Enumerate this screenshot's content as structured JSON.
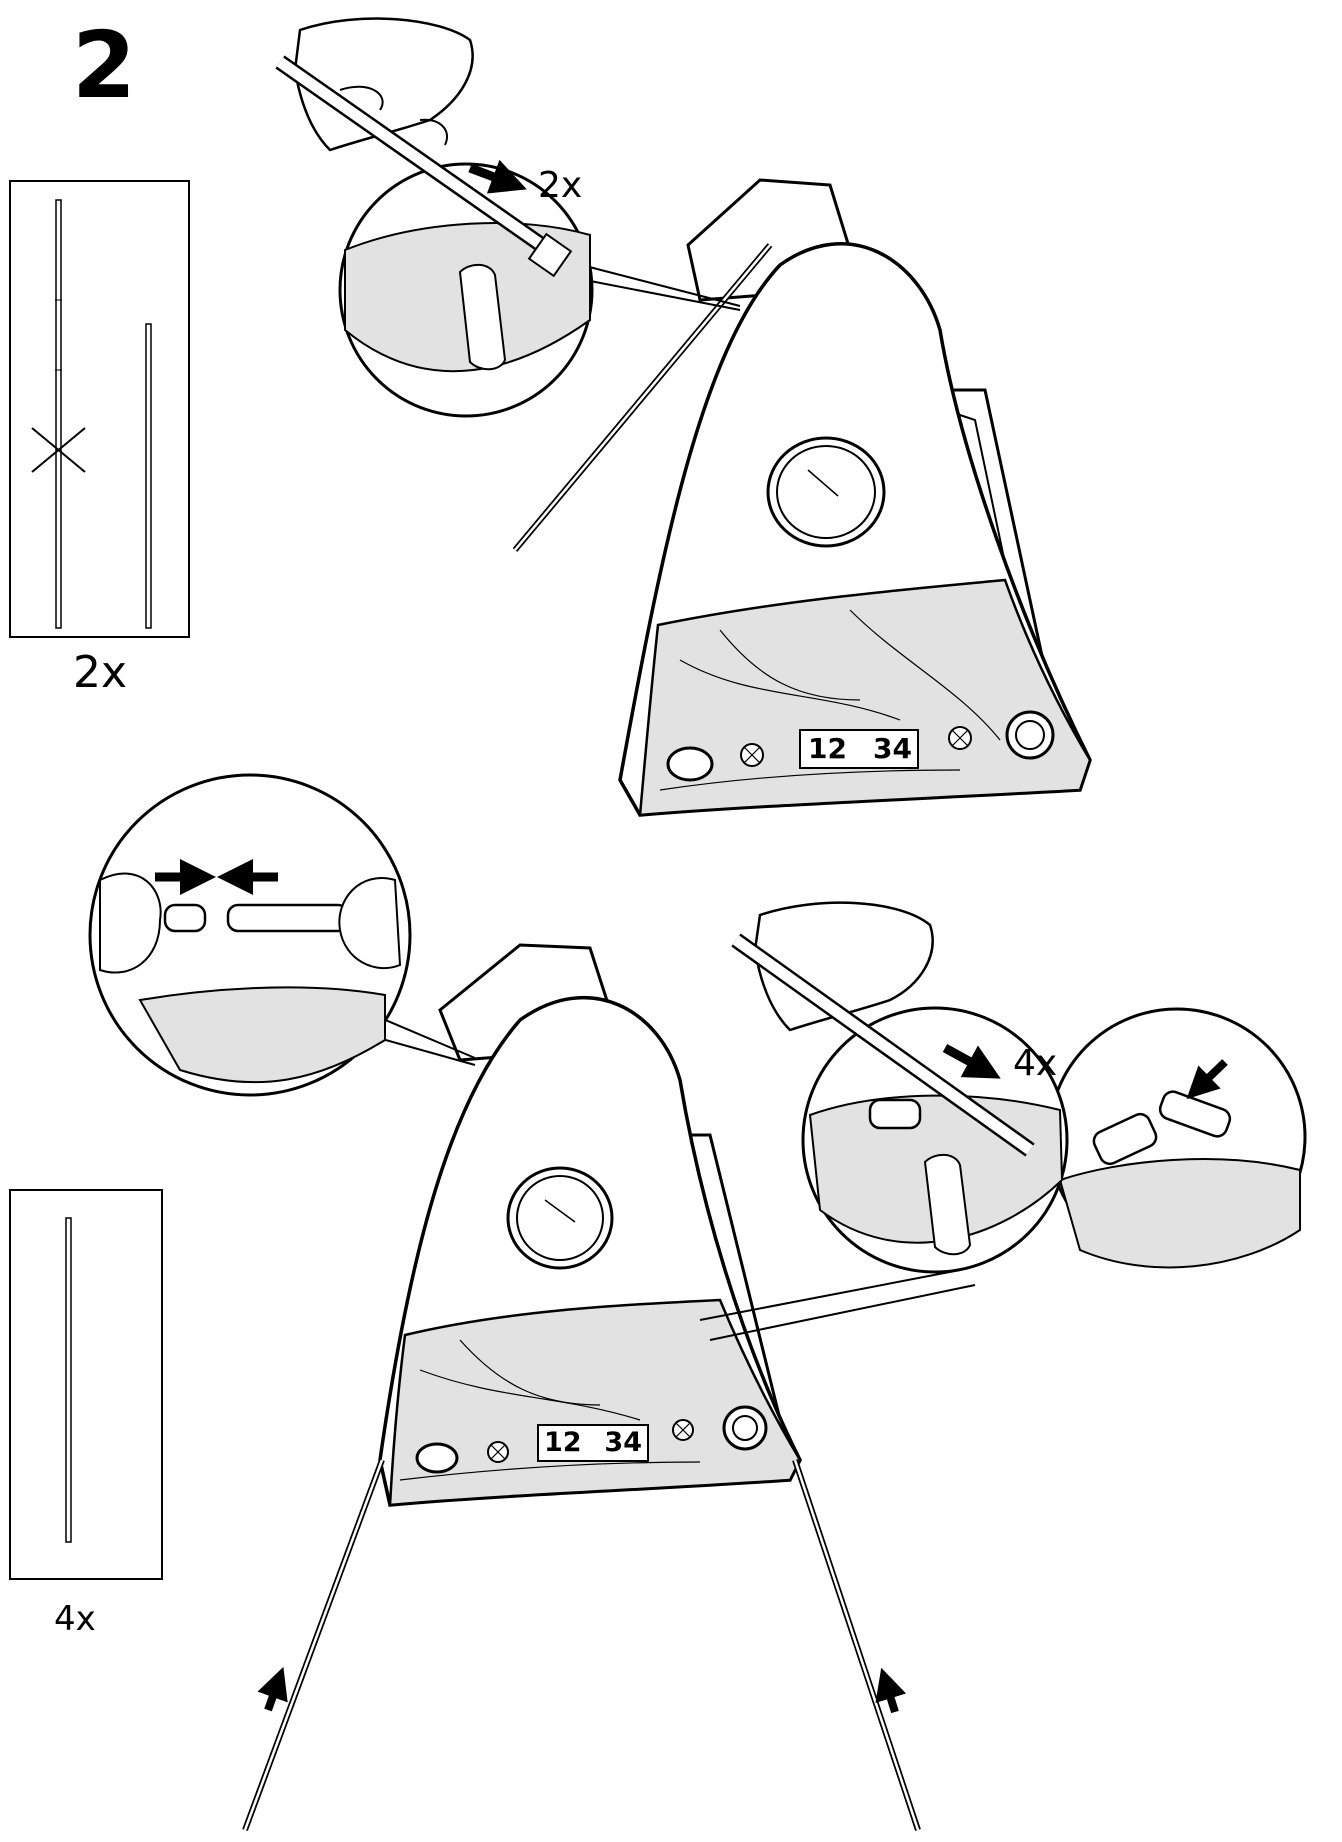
{
  "step": {
    "number": "2"
  },
  "parts": {
    "long_rod_qty": "2x",
    "short_rod_qty": "4x"
  },
  "callouts": {
    "top_insert_qty": "2x",
    "bottom_insert_qty": "4x"
  },
  "tent": {
    "label_left": "12",
    "label_right": "34"
  },
  "colors": {
    "ink": "#000000",
    "fabric": "#e2e2e2",
    "paper": "#ffffff"
  }
}
